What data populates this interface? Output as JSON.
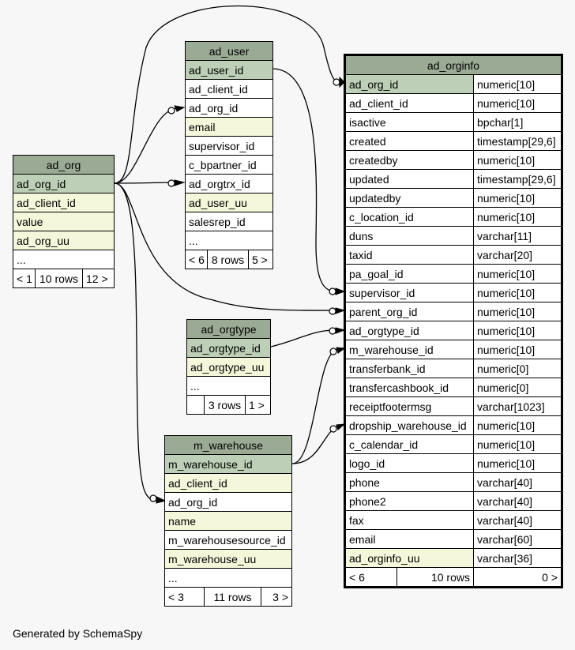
{
  "tables": {
    "ad_org": {
      "name": "ad_org",
      "columns": [
        "ad_org_id",
        "ad_client_id",
        "value",
        "ad_org_uu",
        "..."
      ],
      "footer": [
        "< 1",
        "10 rows",
        "12 >"
      ]
    },
    "ad_user": {
      "name": "ad_user",
      "columns": [
        "ad_user_id",
        "ad_client_id",
        "ad_org_id",
        "email",
        "supervisor_id",
        "c_bpartner_id",
        "ad_orgtrx_id",
        "ad_user_uu",
        "salesrep_id",
        "..."
      ],
      "footer": [
        "< 6",
        "8 rows",
        "5 >"
      ]
    },
    "ad_orgtype": {
      "name": "ad_orgtype",
      "columns": [
        "ad_orgtype_id",
        "ad_orgtype_uu",
        "..."
      ],
      "footer": [
        "",
        "3 rows",
        "1 >"
      ]
    },
    "m_warehouse": {
      "name": "m_warehouse",
      "columns": [
        "m_warehouse_id",
        "ad_client_id",
        "ad_org_id",
        "name",
        "m_warehousesource_id",
        "m_warehouse_uu",
        "..."
      ],
      "footer": [
        "< 3",
        "11 rows",
        "3 >"
      ]
    },
    "ad_orginfo": {
      "name": "ad_orginfo",
      "columns": [
        {
          "name": "ad_org_id",
          "type": "numeric[10]"
        },
        {
          "name": "ad_client_id",
          "type": "numeric[10]"
        },
        {
          "name": "isactive",
          "type": "bpchar[1]"
        },
        {
          "name": "created",
          "type": "timestamp[29,6]"
        },
        {
          "name": "createdby",
          "type": "numeric[10]"
        },
        {
          "name": "updated",
          "type": "timestamp[29,6]"
        },
        {
          "name": "updatedby",
          "type": "numeric[10]"
        },
        {
          "name": "c_location_id",
          "type": "numeric[10]"
        },
        {
          "name": "duns",
          "type": "varchar[11]"
        },
        {
          "name": "taxid",
          "type": "varchar[20]"
        },
        {
          "name": "pa_goal_id",
          "type": "numeric[10]"
        },
        {
          "name": "supervisor_id",
          "type": "numeric[10]"
        },
        {
          "name": "parent_org_id",
          "type": "numeric[10]"
        },
        {
          "name": "ad_orgtype_id",
          "type": "numeric[10]"
        },
        {
          "name": "m_warehouse_id",
          "type": "numeric[10]"
        },
        {
          "name": "transferbank_id",
          "type": "numeric[0]"
        },
        {
          "name": "transfercashbook_id",
          "type": "numeric[0]"
        },
        {
          "name": "receiptfootermsg",
          "type": "varchar[1023]"
        },
        {
          "name": "dropship_warehouse_id",
          "type": "numeric[10]"
        },
        {
          "name": "c_calendar_id",
          "type": "numeric[10]"
        },
        {
          "name": "logo_id",
          "type": "numeric[10]"
        },
        {
          "name": "phone",
          "type": "varchar[40]"
        },
        {
          "name": "phone2",
          "type": "varchar[40]"
        },
        {
          "name": "fax",
          "type": "varchar[40]"
        },
        {
          "name": "email",
          "type": "varchar[60]"
        },
        {
          "name": "ad_orginfo_uu",
          "type": "varchar[36]"
        }
      ],
      "footer": [
        "< 6",
        "10 rows",
        "0 >"
      ]
    }
  },
  "colors": {
    "title": "#9baa95",
    "primary_key": "#bdcfb6",
    "indexed": "#f4f7da",
    "background": "#f7f7f7"
  },
  "footer_text": "Generated by SchemaSpy"
}
